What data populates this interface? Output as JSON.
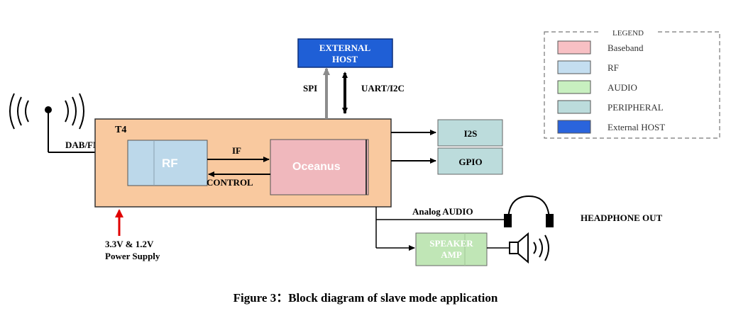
{
  "diagram": {
    "blocks": {
      "external_host": {
        "line1": "EXTERNAL",
        "line2": "HOST",
        "color": "#1f5fd6"
      },
      "t4": {
        "label": "T4",
        "color": "#f9c99f"
      },
      "rf": {
        "label": "RF",
        "color": "#bcd8ea"
      },
      "oceanus": {
        "label": "Oceanus",
        "color": "#f0b8bd"
      },
      "i2s": {
        "label": "I2S",
        "color": "#bcdcdc"
      },
      "gpio": {
        "label": "GPIO",
        "color": "#bcdcdc"
      },
      "speaker_amp": {
        "line1": "SPEAKER",
        "line2": "AMP",
        "color": "#c0e6b6"
      }
    },
    "signals": {
      "dab_fm": "DAB/FM",
      "if": "IF",
      "control": "CONTROL",
      "spi": "SPI",
      "uart_i2c": "UART/I2C",
      "analog_audio": "Analog AUDIO",
      "headphone_out": "HEADPHONE OUT",
      "power_line1": "3.3V & 1.2V",
      "power_line2": "Power Supply"
    },
    "legend": {
      "title": "LEGEND",
      "items": [
        {
          "label": "Baseband",
          "color": "#f8c0c4"
        },
        {
          "label": "RF",
          "color": "#c4def0"
        },
        {
          "label": "AUDIO",
          "color": "#c8f0c0"
        },
        {
          "label": "PERIPHERAL",
          "color": "#bcdcdc"
        },
        {
          "label": "External HOST",
          "color": "#2a64dc"
        }
      ]
    },
    "caption": "Figure 3：Block diagram of slave mode application"
  }
}
